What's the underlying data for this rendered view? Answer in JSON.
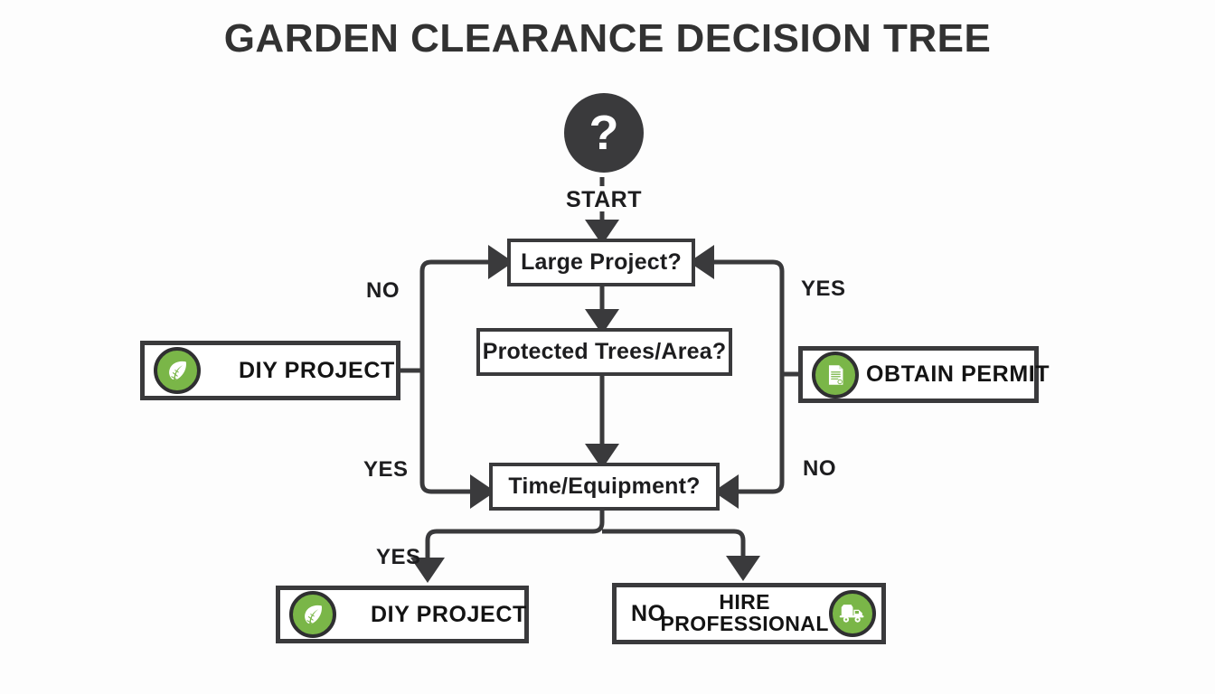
{
  "page": {
    "title": "GARDEN CLEARANCE DECISION TREE",
    "background_color": "#fdfdfd",
    "accent_green": "#7ab648",
    "ink_color": "#3a3a3c"
  },
  "start": {
    "glyph": "?",
    "label": "START",
    "icon_name": "question-mark-circle-icon",
    "circle_color": "#3a3a3c"
  },
  "decisions": [
    {
      "id": "large-project",
      "label": "Large Project?"
    },
    {
      "id": "protected-trees",
      "label": "Protected Trees/Area?"
    },
    {
      "id": "time-equipment",
      "label": "Time/Equipment?"
    }
  ],
  "outcomes": [
    {
      "id": "diy-left",
      "label": "DIY PROJECT",
      "icon_name": "leaf-icon"
    },
    {
      "id": "obtain-permit",
      "label": "OBTAIN PERMIT",
      "icon_name": "document-permit-icon"
    },
    {
      "id": "diy-bottom",
      "label": "DIY PROJECT",
      "icon_name": "leaf-icon"
    },
    {
      "id": "hire-pro",
      "label_line1": "HIRE",
      "label_line2": "PROFESSIONAL",
      "prefix": "NO",
      "icon_name": "truck-icon"
    }
  ],
  "edge_labels": {
    "large_project_no": "NO",
    "large_project_yes": "YES",
    "time_equipment_yes_left": "YES",
    "time_equipment_no_right": "NO",
    "bottom_yes": "YES"
  }
}
